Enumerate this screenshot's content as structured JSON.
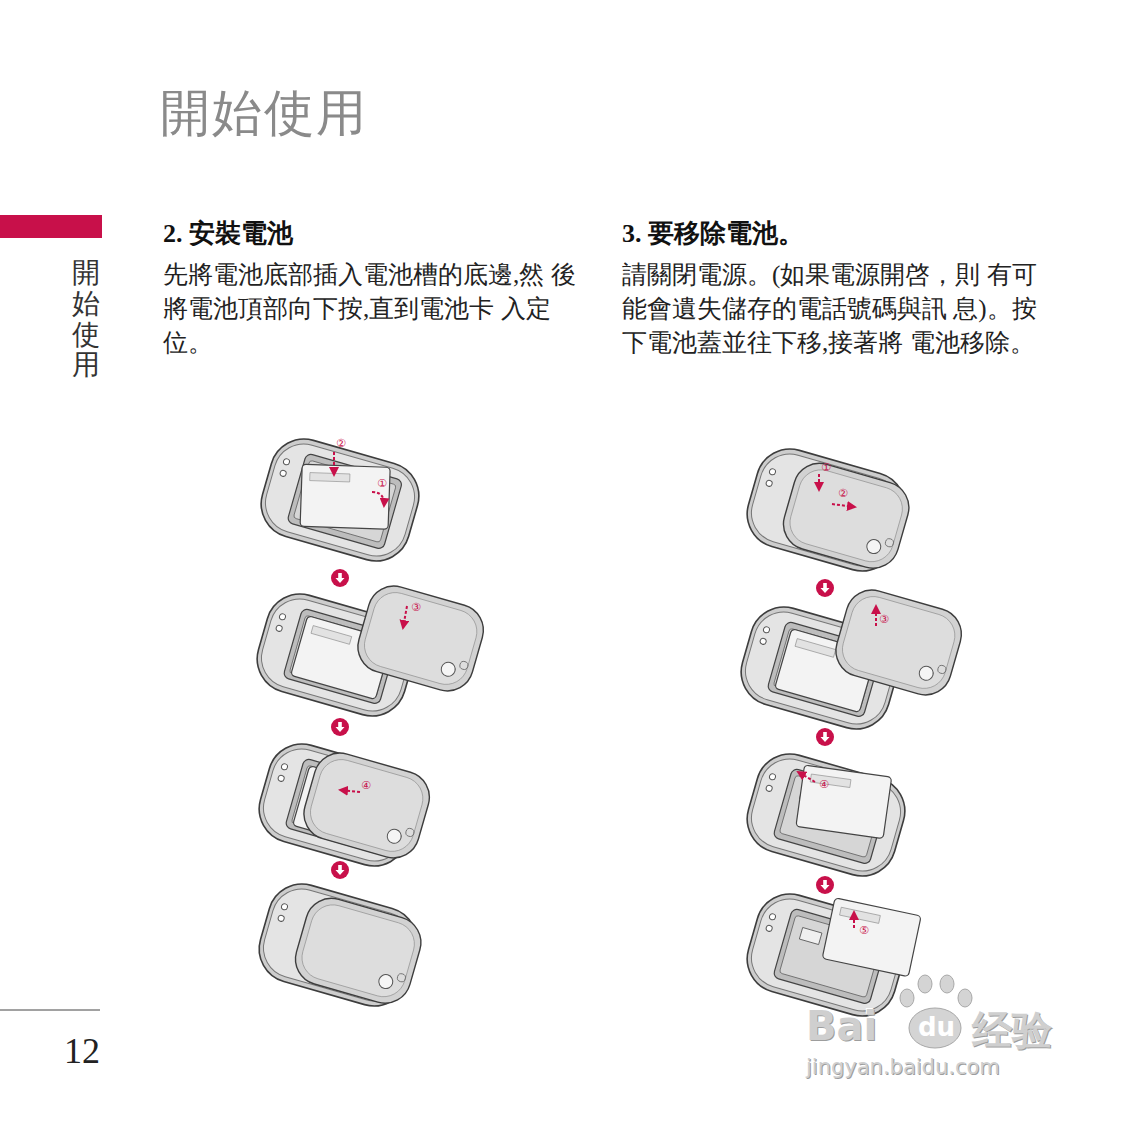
{
  "diagram": {
    "title": "開始使用",
    "labels": [
      "開始使用",
      "2. 安裝電池",
      "先將電池底部插入電池槽的底邊,然 後將電池頂部向下按,直到電池卡 入定位。",
      "3. 要移除電池。",
      "請關閉電源。(如果電源開啓，則 有可能會遺失儲存的電話號碼與訊 息)。按下電池蓋並往下移,接著將 電池移除。",
      "②",
      "①",
      "③",
      "④",
      "①",
      "②",
      "③",
      "④",
      "⑤",
      "12",
      "Bai",
      "du",
      "经验",
      "jingyan.baidu.com"
    ]
  }
}
